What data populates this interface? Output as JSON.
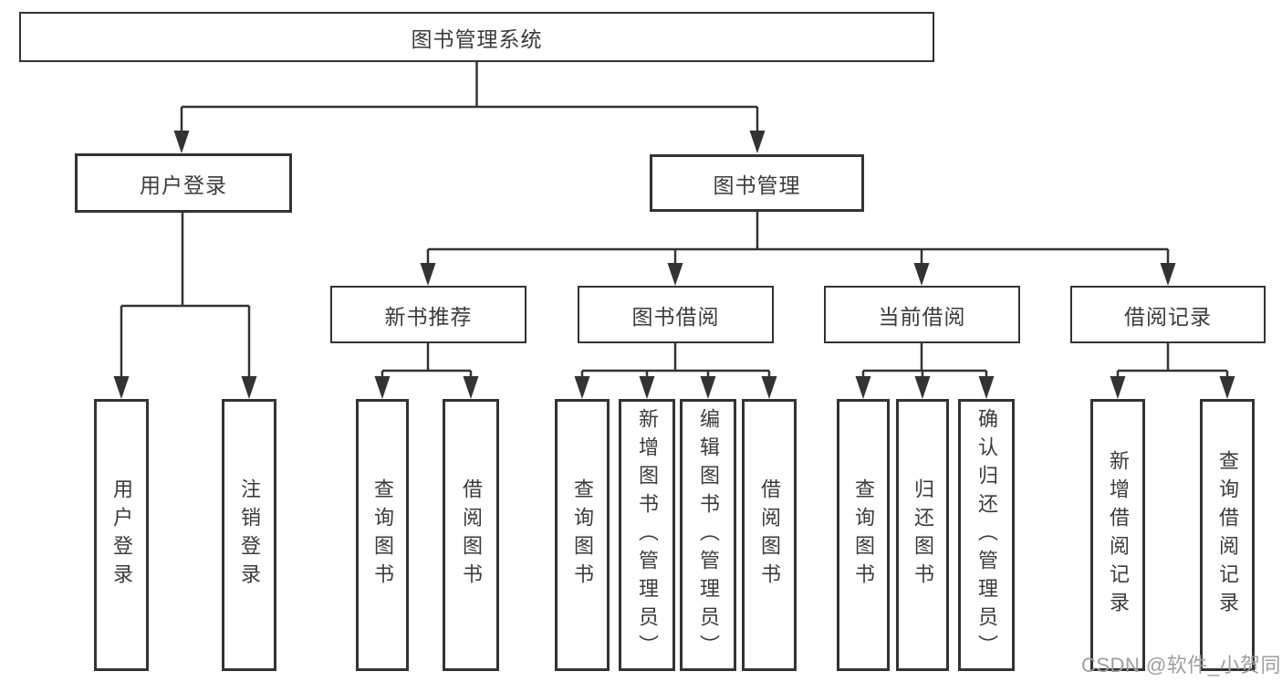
{
  "diagram": {
    "type": "tree",
    "root": {
      "label": "图书管理系统",
      "children": [
        {
          "label": "用户登录",
          "children": [
            {
              "label": "用户登录"
            },
            {
              "label": "注销登录"
            }
          ]
        },
        {
          "label": "图书管理",
          "children": [
            {
              "label": "新书推荐",
              "children": [
                {
                  "label": "查询图书"
                },
                {
                  "label": "借阅图书"
                }
              ]
            },
            {
              "label": "图书借阅",
              "children": [
                {
                  "label": "查询图书"
                },
                {
                  "label": "新增图书（管理员）"
                },
                {
                  "label": "编辑图书（管理员）"
                },
                {
                  "label": "借阅图书"
                }
              ]
            },
            {
              "label": "当前借阅",
              "children": [
                {
                  "label": "查询图书"
                },
                {
                  "label": "归还图书"
                },
                {
                  "label": "确认归还（管理员）"
                }
              ]
            },
            {
              "label": "借阅记录",
              "children": [
                {
                  "label": "新增借阅记录"
                },
                {
                  "label": "查询借阅记录"
                }
              ]
            }
          ]
        }
      ]
    },
    "colors": {
      "line": "#333333",
      "text": "#3b3b3b",
      "box_background": "#ffffff",
      "watermark": "#9e9e9e"
    }
  },
  "watermark": {
    "text": "CSDN @软件_小贺同学"
  }
}
